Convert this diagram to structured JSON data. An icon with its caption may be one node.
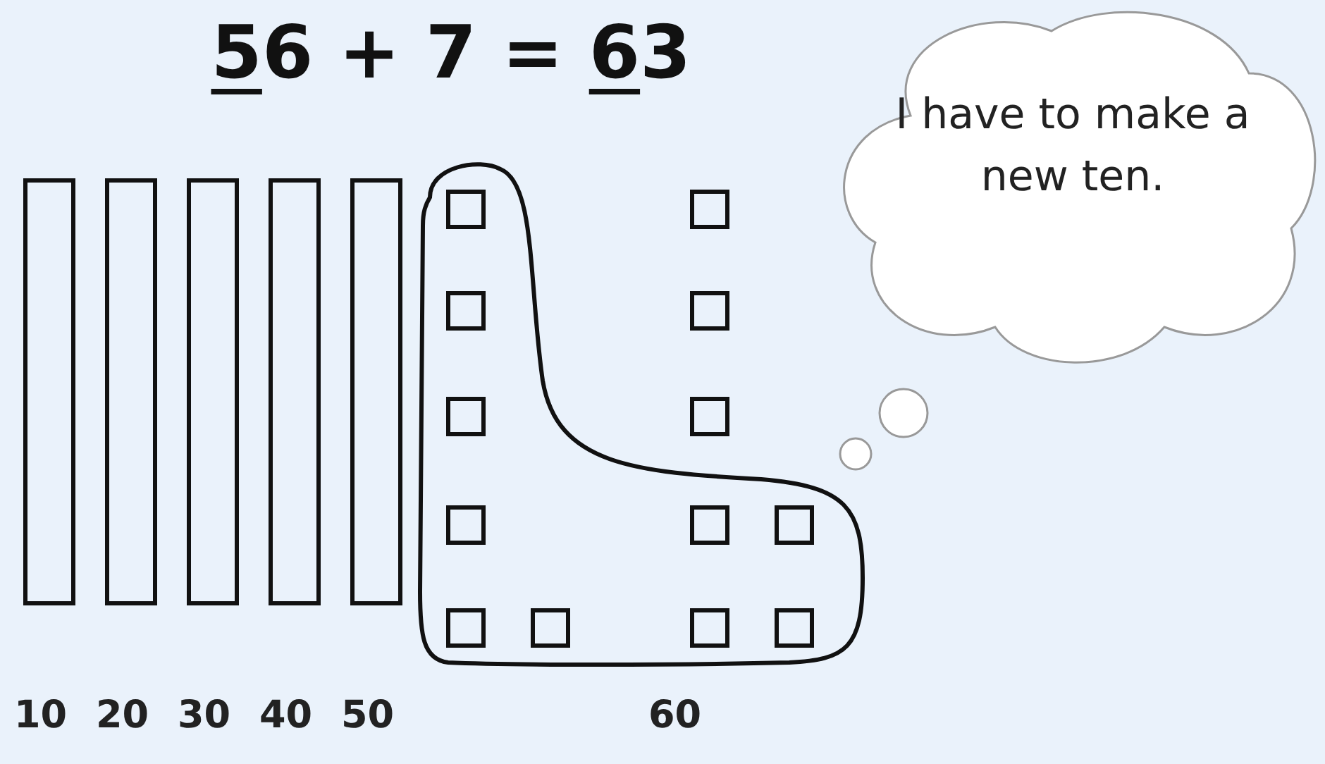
{
  "diagram": {
    "title": "56 + 7 = 63",
    "nodes": [
      {
        "text": [
          "I have to make a new ten."
        ]
      }
    ],
    "edges": [],
    "labels": [
      "10",
      "20",
      "30",
      "40",
      "50",
      "60"
    ]
  }
}
